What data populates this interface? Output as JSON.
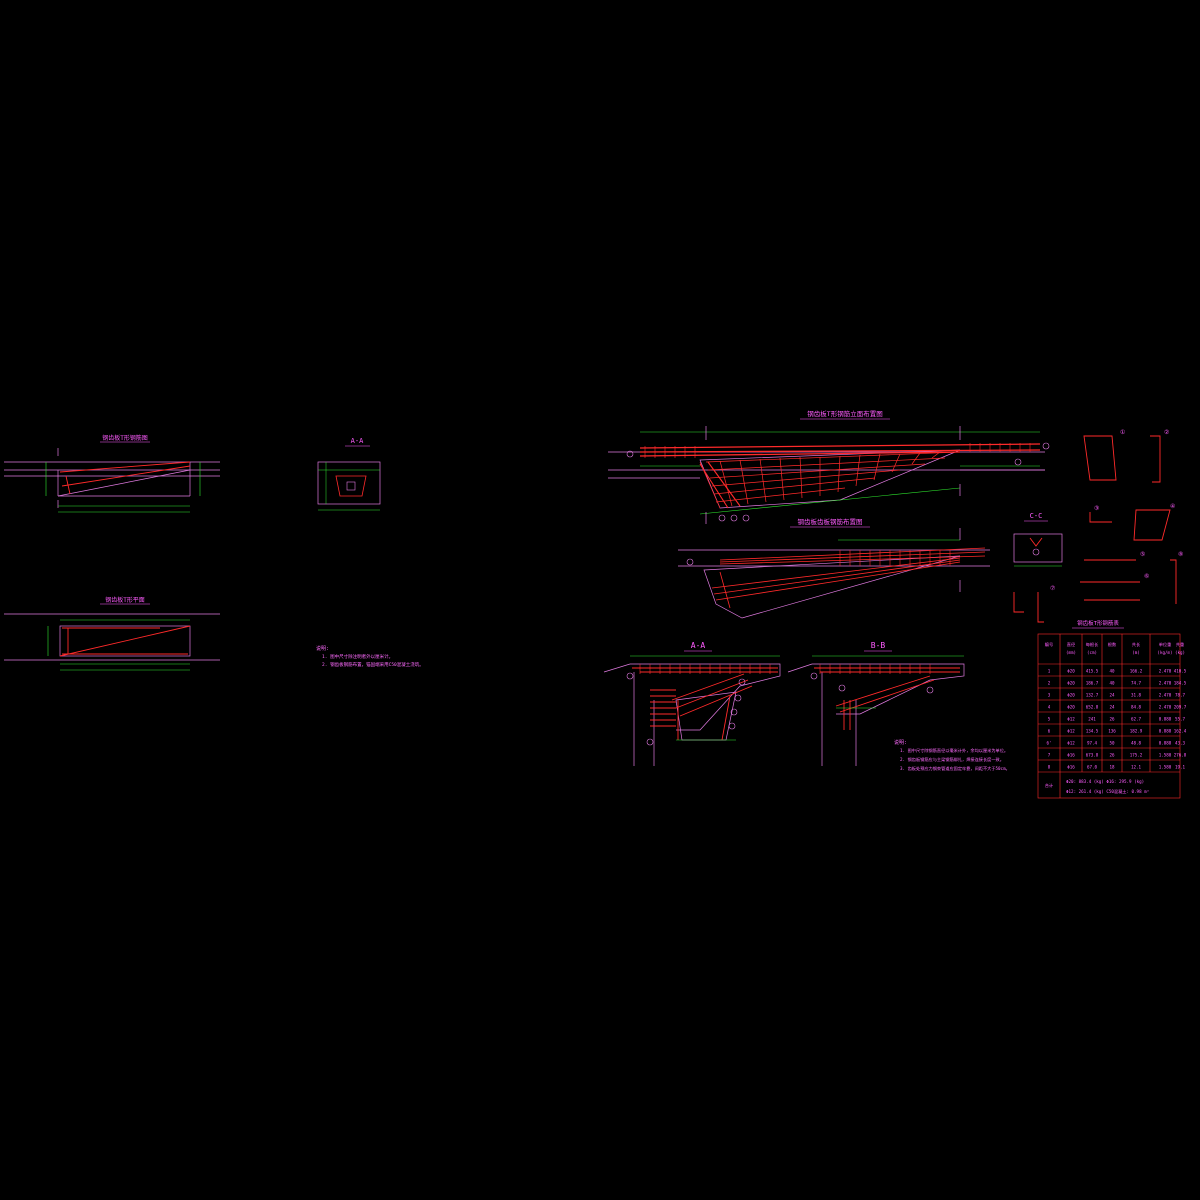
{
  "colors": {
    "background": "#000000",
    "outline": "#e07ae0",
    "rebar": "#ff2a2a",
    "dimension": "#2ee82e",
    "label": "#ff5cff",
    "note": "#ff6bff"
  },
  "views": {
    "elevation_left": {
      "title": "钢齿板T形钢筋图"
    },
    "section_aa_small": {
      "title": "A-A"
    },
    "plan_left": {
      "title": "钢齿板T形平面"
    },
    "elevation_main": {
      "title": "钢齿板T形钢筋立面布置图"
    },
    "elevation_secondary": {
      "title": "钢齿板齿板钢筋布置图"
    },
    "section_cc": {
      "title": "C-C"
    },
    "section_aa": {
      "title": "A-A"
    },
    "section_bb": {
      "title": "B-B"
    }
  },
  "left_notes": {
    "heading": "说明:",
    "lines": [
      "1. 图中尺寸除注明者外以厘米计。",
      "2. 钢齿板钢筋布置，锚固端采用C50混凝土浇筑。"
    ]
  },
  "right_notes": {
    "heading": "说明:",
    "lines": [
      "1. 图中尺寸除钢筋直径以毫米计外，余均以厘米为单位。",
      "2. 钢齿板钢筋应与主梁钢筋绑扎，焊接连接长度一致。",
      "3. 齿板处预应力钢束管道应固定牢靠，间距不大于50cm。"
    ]
  },
  "table": {
    "title": "钢齿板T形钢筋表",
    "headers": [
      "编号",
      "直径 (mm)",
      "每根长 (cm)",
      "根数",
      "共长 (m)",
      "单位重 (kg/m)",
      "共重 (kg)"
    ],
    "rows": [
      [
        "1",
        "Φ20",
        "415.5",
        "40",
        "166.2",
        "2.470",
        "410.5"
      ],
      [
        "2",
        "Φ20",
        "186.7",
        "40",
        "74.7",
        "2.470",
        "184.5"
      ],
      [
        "3",
        "Φ20",
        "132.7",
        "24",
        "31.8",
        "2.470",
        "78.7"
      ],
      [
        "4",
        "Φ20",
        "652.8",
        "24",
        "84.8",
        "2.470",
        "209.7"
      ],
      [
        "5",
        "Φ12",
        "241",
        "26",
        "62.7",
        "0.888",
        "55.7"
      ],
      [
        "6",
        "Φ12",
        "134.5",
        "136",
        "182.9",
        "0.888",
        "162.4"
      ],
      [
        "6'",
        "Φ12",
        "97.4",
        "50",
        "48.8",
        "0.888",
        "43.3"
      ],
      [
        "7",
        "Φ16",
        "673.8",
        "26",
        "175.2",
        "1.580",
        "276.8"
      ],
      [
        "8",
        "Φ16",
        "67.0",
        "18",
        "12.1",
        "1.580",
        "19.1"
      ]
    ],
    "total_label": "合计",
    "total_line1": "Φ20: 883.4 (kg)   Φ16: 295.9 (kg)",
    "total_line2": "Φ12: 261.4 (kg)   C50混凝土: 0.98 m³"
  },
  "shapes_labels": [
    "①",
    "②",
    "③",
    "④",
    "⑤",
    "⑥",
    "⑦",
    "⑧"
  ]
}
